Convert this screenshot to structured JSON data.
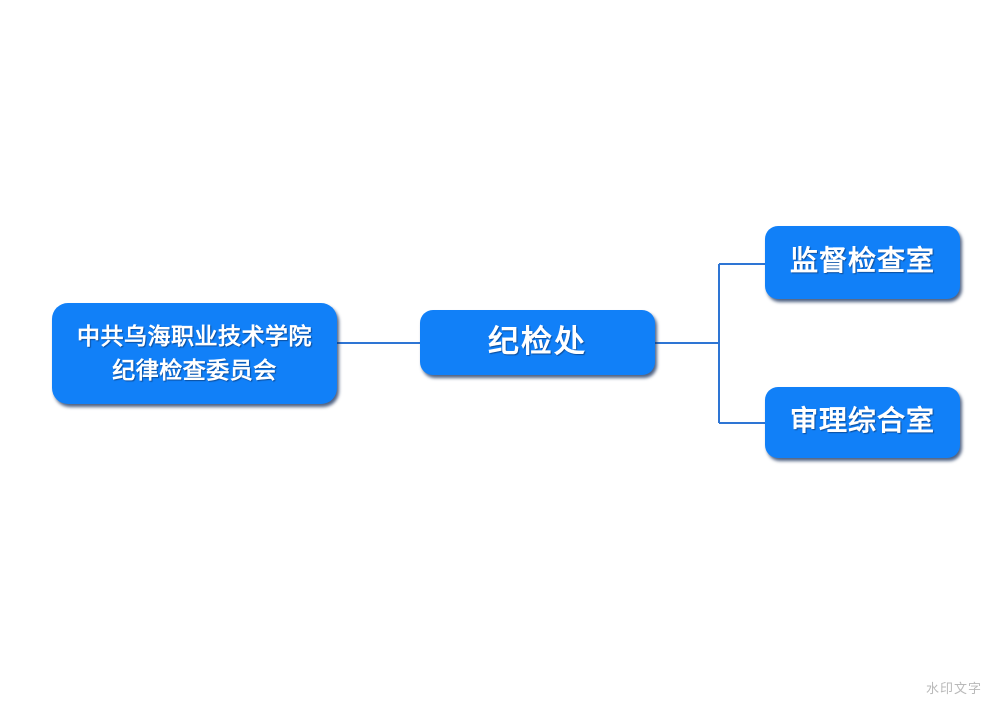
{
  "diagram": {
    "type": "org-chart",
    "background_color": "#ffffff",
    "node_fill_color": "#1180f8",
    "node_text_color": "#ffffff",
    "connector_color": "#2e75d4",
    "nodes": [
      {
        "id": "root",
        "label": "中共乌海职业技术学院\n纪律检查委员会",
        "level": 0
      },
      {
        "id": "dept",
        "label": "纪检处",
        "level": 1
      },
      {
        "id": "office-1",
        "label": "监督检查室",
        "level": 2
      },
      {
        "id": "office-2",
        "label": "审理综合室",
        "level": 2
      }
    ]
  },
  "watermark": {
    "text": "水印文字",
    "color": "#b9b9b9"
  }
}
